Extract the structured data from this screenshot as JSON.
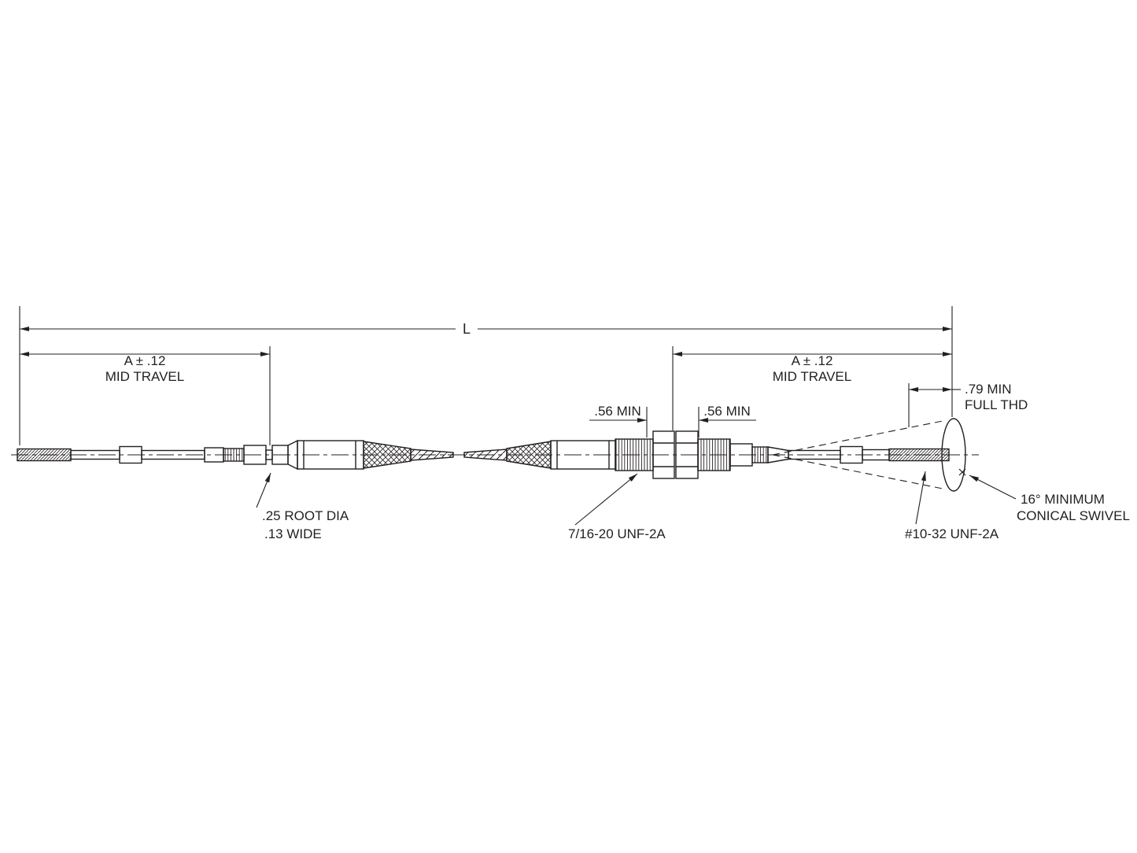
{
  "drawing": {
    "dim_L": "L",
    "dim_A_left": [
      "A ± .12",
      "MID TRAVEL"
    ],
    "dim_A_right": [
      "A ± .12",
      "MID TRAVEL"
    ],
    "dim_full_thread": [
      ".79 MIN",
      "FULL THD"
    ],
    "dim_min_left": ".56 MIN",
    "dim_min_right": ".56 MIN",
    "label_root_groove": [
      ".25 ROOT DIA",
      ".13 WIDE"
    ],
    "label_bulkhead_thread": "7/16-20 UNF-2A",
    "label_end_thread": "#10-32 UNF-2A",
    "label_conical_swivel": [
      "16° MINIMUM",
      "CONICAL SWIVEL"
    ]
  },
  "colors": {
    "ink": "#231f20",
    "background": "#ffffff"
  }
}
